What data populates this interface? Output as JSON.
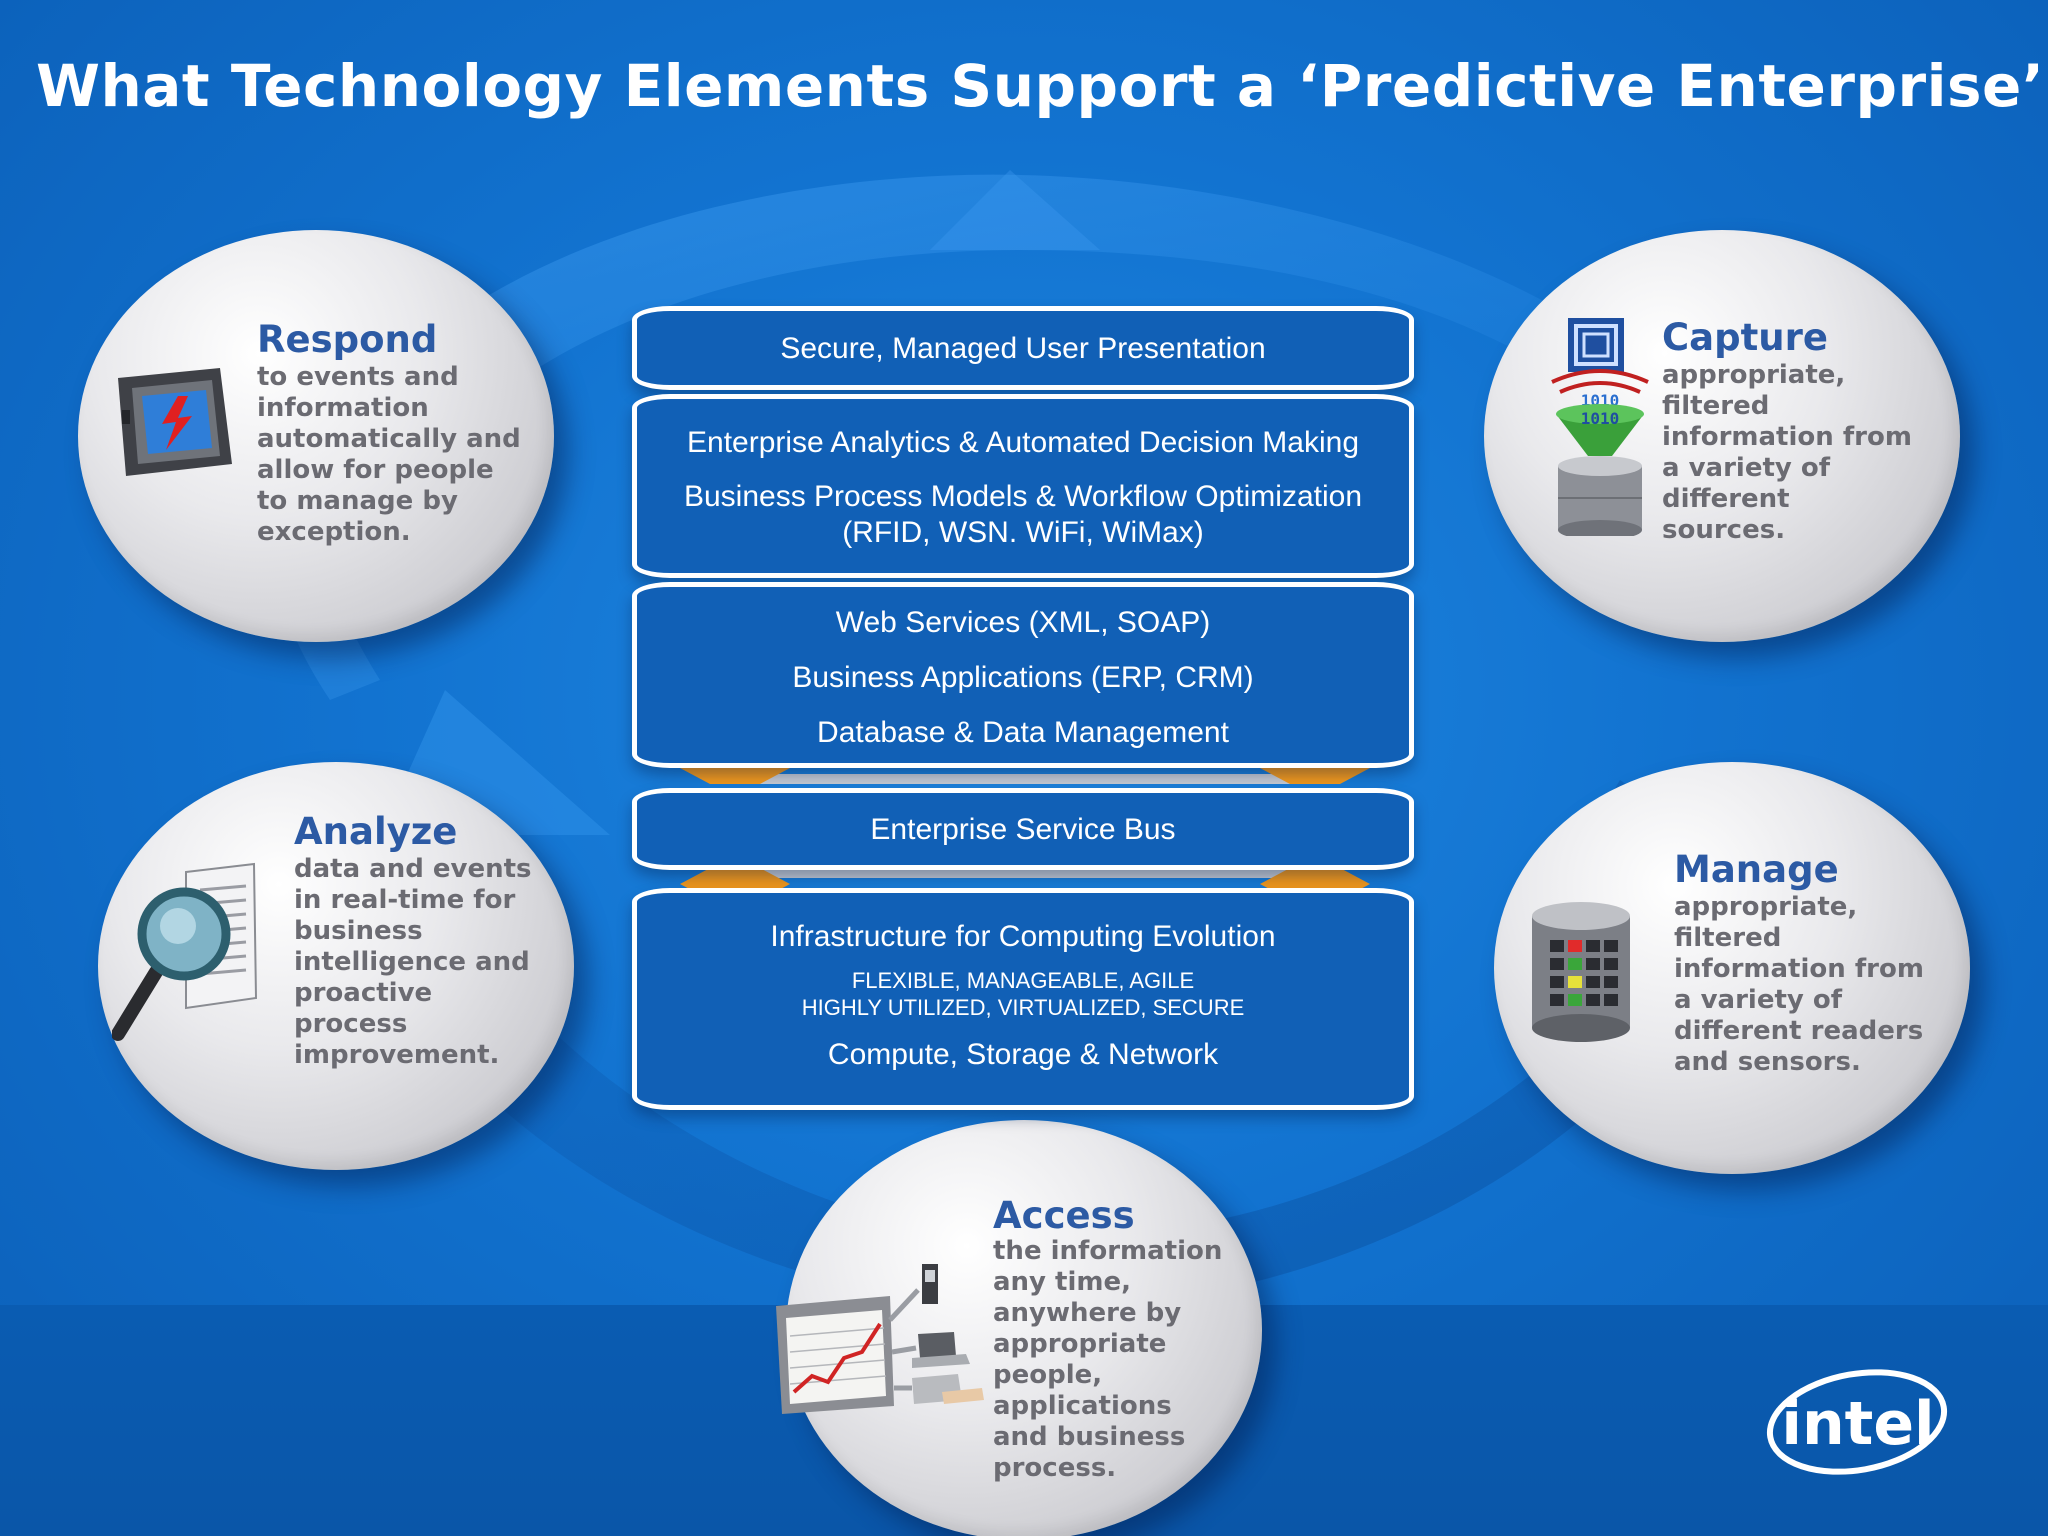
{
  "title": "What Technology Elements Support a ‘Predictive Enterprise’?",
  "colors": {
    "background": "#1273d0",
    "layer_fill": "#1160b6",
    "circle_title": "#2c5aa4",
    "circle_text": "#6b6b72",
    "connector": "#f59a1c"
  },
  "stack": {
    "presentation": "Secure, Managed User Presentation",
    "analytics": "Enterprise Analytics & Automated Decision Making",
    "process_models": "Business Process Models & Workflow Optimization",
    "protocols": "(RFID, WSN. WiFi, WiMax)",
    "web_services": "Web Services (XML, SOAP)",
    "business_apps": "Business Applications (ERP, CRM)",
    "database": "Database & Data Management",
    "esb": "Enterprise Service Bus",
    "infrastructure": "Infrastructure for Computing Evolution",
    "attributes_1": "FLEXIBLE, MANAGEABLE, AGILE",
    "attributes_2": "HIGHLY UTILIZED, VIRTUALIZED, SECURE",
    "compute": "Compute, Storage & Network"
  },
  "circles": {
    "respond": {
      "title": "Respond",
      "text": "to events and\ninformation\nautomatically and\nallow for people\nto manage by\nexception.",
      "icon": "alert-monitor-icon"
    },
    "capture": {
      "title": "Capture",
      "text": "appropriate,\nfiltered\ninformation from\na variety of\ndifferent\nsources.",
      "icon": "rfid-funnel-icon",
      "icon_labels": [
        "1010",
        "1010"
      ]
    },
    "analyze": {
      "title": "Analyze",
      "text": "data and events\nin real-time for\nbusiness\nintelligence and\nproactive\nprocess\nimprovement.",
      "icon": "magnifier-document-icon"
    },
    "manage": {
      "title": "Manage",
      "text": "appropriate,\nfiltered\ninformation from\na variety of\ndifferent readers\nand sensors.",
      "icon": "database-server-icon"
    },
    "access": {
      "title": "Access",
      "text": "the information\nany time,\nanywhere by\nappropriate\npeople,\napplications\nand business\nprocess.",
      "icon": "devices-chart-icon"
    }
  },
  "logo": {
    "text": "intel",
    "icon": "intel-logo"
  }
}
